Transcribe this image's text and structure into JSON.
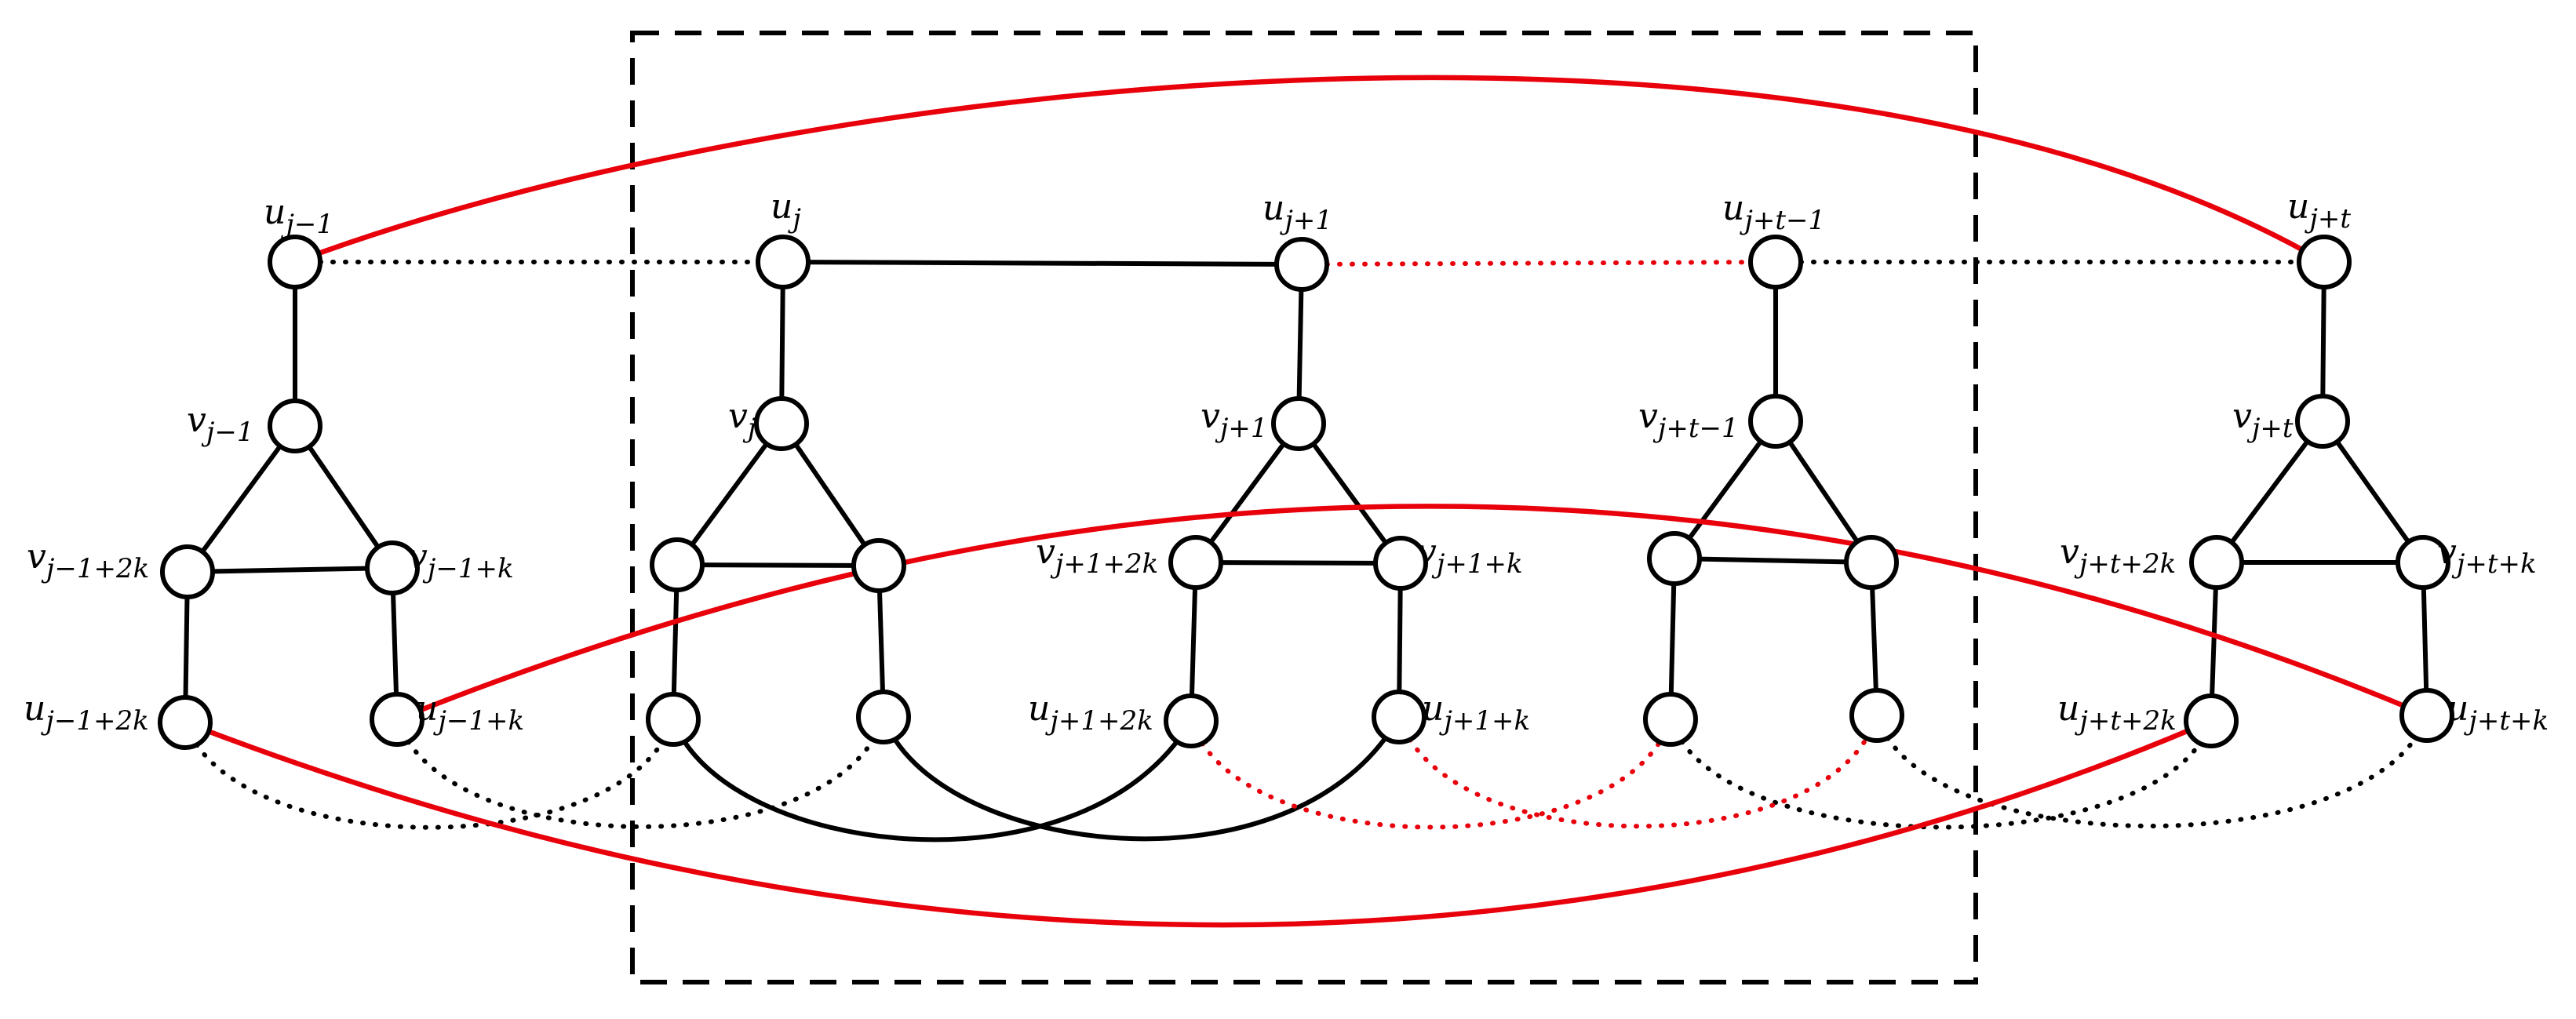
{
  "colors": {
    "stroke": "#000000",
    "highlight": "#e8000b",
    "node_fill": "#ffffff"
  },
  "labels": {
    "u_jm1": {
      "base": "u",
      "sub": "j−1"
    },
    "v_jm1": {
      "base": "v",
      "sub": "j−1"
    },
    "v_jm1_2k": {
      "base": "v",
      "sub": "j−1+2k"
    },
    "v_jm1_k": {
      "base": "v",
      "sub": "j−1+k"
    },
    "u_jm1_2k": {
      "base": "u",
      "sub": "j−1+2k"
    },
    "u_jm1_k": {
      "base": "u",
      "sub": "j−1+k"
    },
    "u_j": {
      "base": "u",
      "sub": "j"
    },
    "v_j": {
      "base": "v",
      "sub": "j"
    },
    "u_j1": {
      "base": "u",
      "sub": "j+1"
    },
    "v_j1": {
      "base": "v",
      "sub": "j+1"
    },
    "v_j1_2k": {
      "base": "v",
      "sub": "j+1+2k"
    },
    "v_j1_k": {
      "base": "v",
      "sub": "j+1+k"
    },
    "u_j1_2k": {
      "base": "u",
      "sub": "j+1+2k"
    },
    "u_j1_k": {
      "base": "u",
      "sub": "j+1+k"
    },
    "u_jt1": {
      "base": "u",
      "sub": "j+t−1"
    },
    "v_jt1": {
      "base": "v",
      "sub": "j+t−1"
    },
    "u_jt": {
      "base": "u",
      "sub": "j+t"
    },
    "v_jt": {
      "base": "v",
      "sub": "j+t"
    },
    "v_jt_2k": {
      "base": "v",
      "sub": "j+t+2k"
    },
    "v_jt_k": {
      "base": "v",
      "sub": "j+t+k"
    },
    "u_jt_2k": {
      "base": "u",
      "sub": "j+t+2k"
    },
    "u_jt_k": {
      "base": "u",
      "sub": "j+t+k"
    }
  }
}
